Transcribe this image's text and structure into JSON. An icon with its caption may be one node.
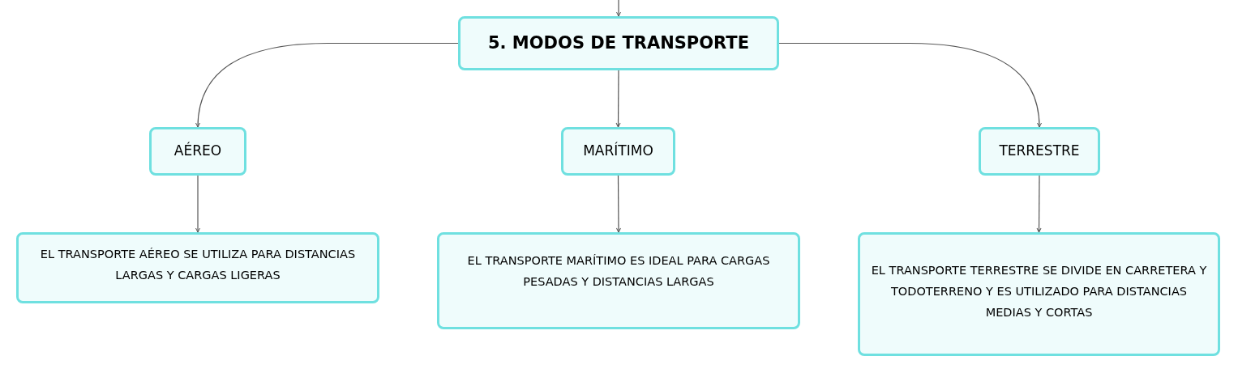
{
  "diagram": {
    "nodes": [
      {
        "text": [
          "5. MODOS DE TRANSPORTE"
        ]
      },
      {
        "text": [
          "AÉREO"
        ]
      },
      {
        "text": [
          "MARÍTIMO"
        ]
      },
      {
        "text": [
          "TERRESTRE"
        ]
      },
      {
        "text": [
          "EL TRANSPORTE AÉREO SE UTILIZA PARA DISTANCIAS LARGAS Y CARGAS LIGERAS"
        ]
      },
      {
        "text": [
          "EL TRANSPORTE MARÍTIMO ES IDEAL PARA CARGAS PESADAS Y DISTANCIAS LARGAS"
        ]
      },
      {
        "text": [
          "EL TRANSPORTE TERRESTRE SE DIVIDE EN CARRETERA Y TODOTERRENO Y ES UTILIZADO PARA DISTANCIAS MEDIAS Y CORTAS"
        ]
      }
    ],
    "edges": [
      {
        "from": null,
        "to": 0,
        "arrow": "to"
      },
      {
        "from": 0,
        "to": 1,
        "arrow": "to"
      },
      {
        "from": 0,
        "to": 2,
        "arrow": "to"
      },
      {
        "from": 0,
        "to": 3,
        "arrow": "to"
      },
      {
        "from": 1,
        "to": 4,
        "arrow": "to"
      },
      {
        "from": 2,
        "to": 5,
        "arrow": "to"
      },
      {
        "from": 3,
        "to": 6,
        "arrow": "to"
      }
    ]
  }
}
